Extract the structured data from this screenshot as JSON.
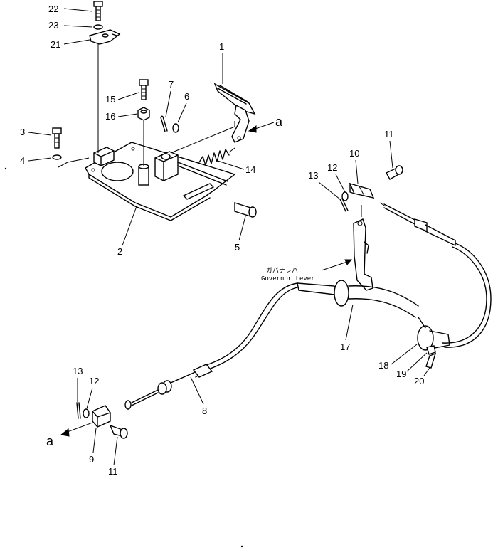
{
  "callouts": [
    "1",
    "2",
    "3",
    "4",
    "5",
    "6",
    "7",
    "8",
    "9",
    "10",
    "11",
    "11",
    "12",
    "12",
    "13",
    "13",
    "14",
    "15",
    "16",
    "17",
    "18",
    "19",
    "20",
    "21",
    "22",
    "23"
  ],
  "view_markers": [
    "a",
    "a"
  ],
  "governor_lever": {
    "jp": "ガバナレバー",
    "en": "Governor Lever"
  }
}
